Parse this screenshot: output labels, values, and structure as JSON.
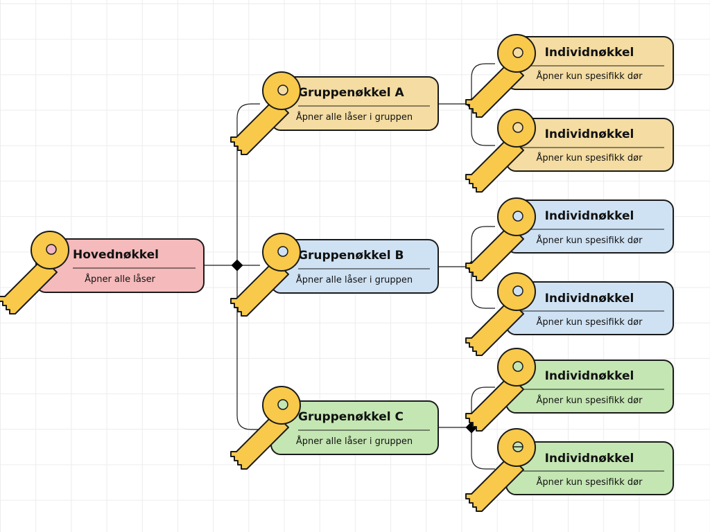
{
  "colors": {
    "key": "#f8c94a",
    "root_fill": "#f5babb",
    "group_a_fill": "#f4dca2",
    "group_b_fill": "#cfe2f4",
    "group_c_fill": "#c4e6b3",
    "root_hole": "#f2b6c6",
    "group_a_hole": "#f4dca2",
    "group_b_hole": "#cfe2f4",
    "group_c_hole": "#c4e6b3"
  },
  "root": {
    "title": "Hovednøkkel",
    "subtitle": "Åpner alle låser"
  },
  "groups": [
    {
      "title": "Gruppenøkkel A",
      "subtitle": "Åpner alle låser i gruppen",
      "children": [
        {
          "title": "Individnøkkel",
          "subtitle": "Åpner kun  spesifikk dør"
        },
        {
          "title": "Individnøkkel",
          "subtitle": "Åpner  kun spesifikk dør"
        }
      ]
    },
    {
      "title": "Gruppenøkkel B",
      "subtitle": "Åpner alle låser i gruppen",
      "children": [
        {
          "title": "Individnøkkel",
          "subtitle": "Åpner kun spesifikk dør"
        },
        {
          "title": "Individnøkkel",
          "subtitle": "Åpner kun spesifikk dør"
        }
      ]
    },
    {
      "title": "Gruppenøkkel C",
      "subtitle": "Åpner alle låser i gruppen",
      "children": [
        {
          "title": "Individnøkkel",
          "subtitle": "Åpner kun spesifikk dør"
        },
        {
          "title": "Individnøkkel",
          "subtitle": "Åpner kun spesifikk dør"
        }
      ]
    }
  ]
}
